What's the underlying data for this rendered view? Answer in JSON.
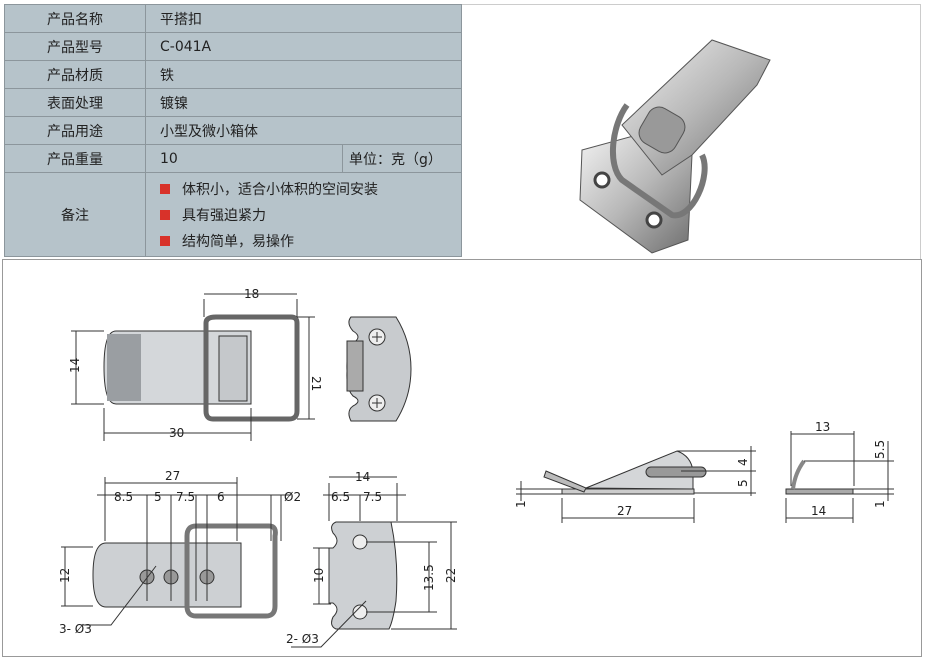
{
  "spec": {
    "rows": [
      {
        "label": "产品名称",
        "value": "平搭扣"
      },
      {
        "label": "产品型号",
        "value": "C-041A"
      },
      {
        "label": "产品材质",
        "value": "铁"
      },
      {
        "label": "表面处理",
        "value": "镀镍"
      },
      {
        "label": "产品用途",
        "value": "小型及微小箱体"
      },
      {
        "label": "产品重量",
        "value": "10",
        "unit": "单位：克（g）"
      }
    ],
    "notes_label": "备注",
    "notes": [
      "体积小，适合小体积的空间安装",
      "具有强迫紧力",
      "结构简单，易操作"
    ],
    "bullet_color": "#d8322a"
  },
  "dims": {
    "top": {
      "w18": "18",
      "h14": "14",
      "w30": "30",
      "h21": "21"
    },
    "bottom": {
      "w27": "27",
      "a": "8.5",
      "b": "5",
      "c": "7.5",
      "d": "6",
      "wire": "Ø2",
      "h12": "12",
      "holes": "3- Ø3"
    },
    "plate": {
      "w14": "14",
      "a": "6.5",
      "b": "7.5",
      "h10": "10",
      "h13": "13.5",
      "h22": "22",
      "holes": "2- Ø3"
    },
    "side": {
      "h1": "1",
      "w27": "27",
      "h4": "4",
      "h5": "5"
    },
    "end": {
      "w13": "13",
      "w14": "14",
      "h55": "5.5",
      "h1": "1"
    }
  }
}
